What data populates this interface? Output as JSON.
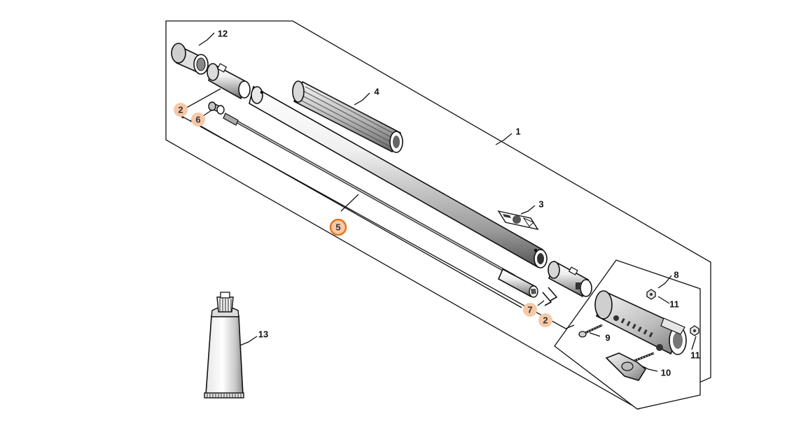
{
  "diagram": {
    "callouts": [
      {
        "id": "c12",
        "label": "12",
        "highlighted": false
      },
      {
        "id": "c4",
        "label": "4",
        "highlighted": false
      },
      {
        "id": "c1",
        "label": "1",
        "highlighted": false
      },
      {
        "id": "c2a",
        "label": "2",
        "highlighted": true
      },
      {
        "id": "c6",
        "label": "6",
        "highlighted": true
      },
      {
        "id": "c5",
        "label": "5",
        "highlighted": true,
        "selected": true
      },
      {
        "id": "c3",
        "label": "3",
        "highlighted": false
      },
      {
        "id": "c8",
        "label": "8",
        "highlighted": false
      },
      {
        "id": "c11a",
        "label": "11",
        "highlighted": false
      },
      {
        "id": "c7",
        "label": "7",
        "highlighted": true
      },
      {
        "id": "c2b",
        "label": "2",
        "highlighted": true
      },
      {
        "id": "c9",
        "label": "9",
        "highlighted": false
      },
      {
        "id": "c11b",
        "label": "11",
        "highlighted": false
      },
      {
        "id": "c10",
        "label": "10",
        "highlighted": false
      },
      {
        "id": "c13",
        "label": "13",
        "highlighted": false
      }
    ],
    "colors": {
      "line": "#111111",
      "highlight_fill": "#f6c9a8",
      "selected_ring": "#e8741c",
      "frame_bg": "#ffffff",
      "part_gray": "#d0d0d0"
    }
  }
}
